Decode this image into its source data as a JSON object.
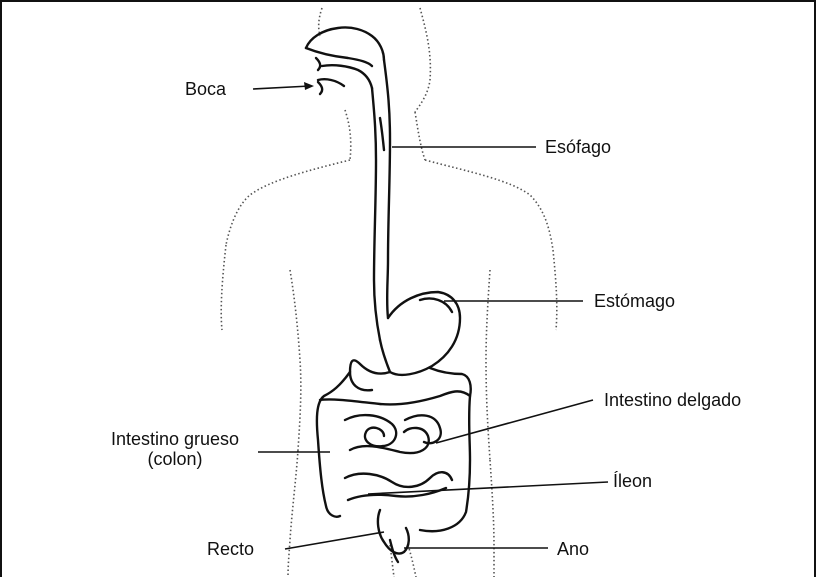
{
  "labels": {
    "boca": "Boca",
    "esofago": "Esófago",
    "estomago": "Estómago",
    "intestino_delgado": "Intestino delgado",
    "intestino_grueso": "Intestino grueso",
    "colon": "(colon)",
    "ileon": "Íleon",
    "recto": "Recto",
    "ano": "Ano"
  }
}
